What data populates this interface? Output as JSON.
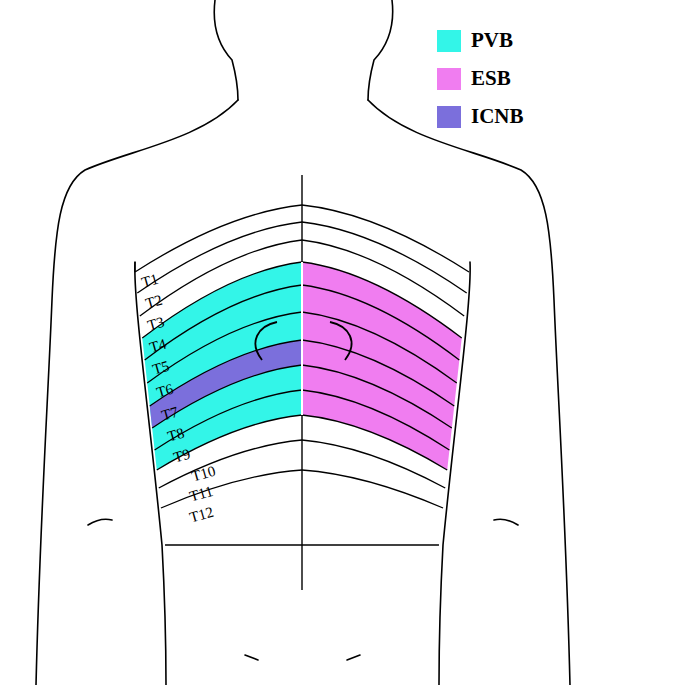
{
  "diagram": {
    "labels": [
      "T1",
      "T2",
      "T3",
      "T4",
      "T5",
      "T6",
      "T7",
      "T8",
      "T9",
      "T10",
      "T11",
      "T12"
    ],
    "legend": [
      {
        "text": "PVB",
        "color": "#33f5e8"
      },
      {
        "text": "ESB",
        "color": "#f07df0"
      },
      {
        "text": "ICNB",
        "color": "#7b6fdc"
      }
    ]
  }
}
